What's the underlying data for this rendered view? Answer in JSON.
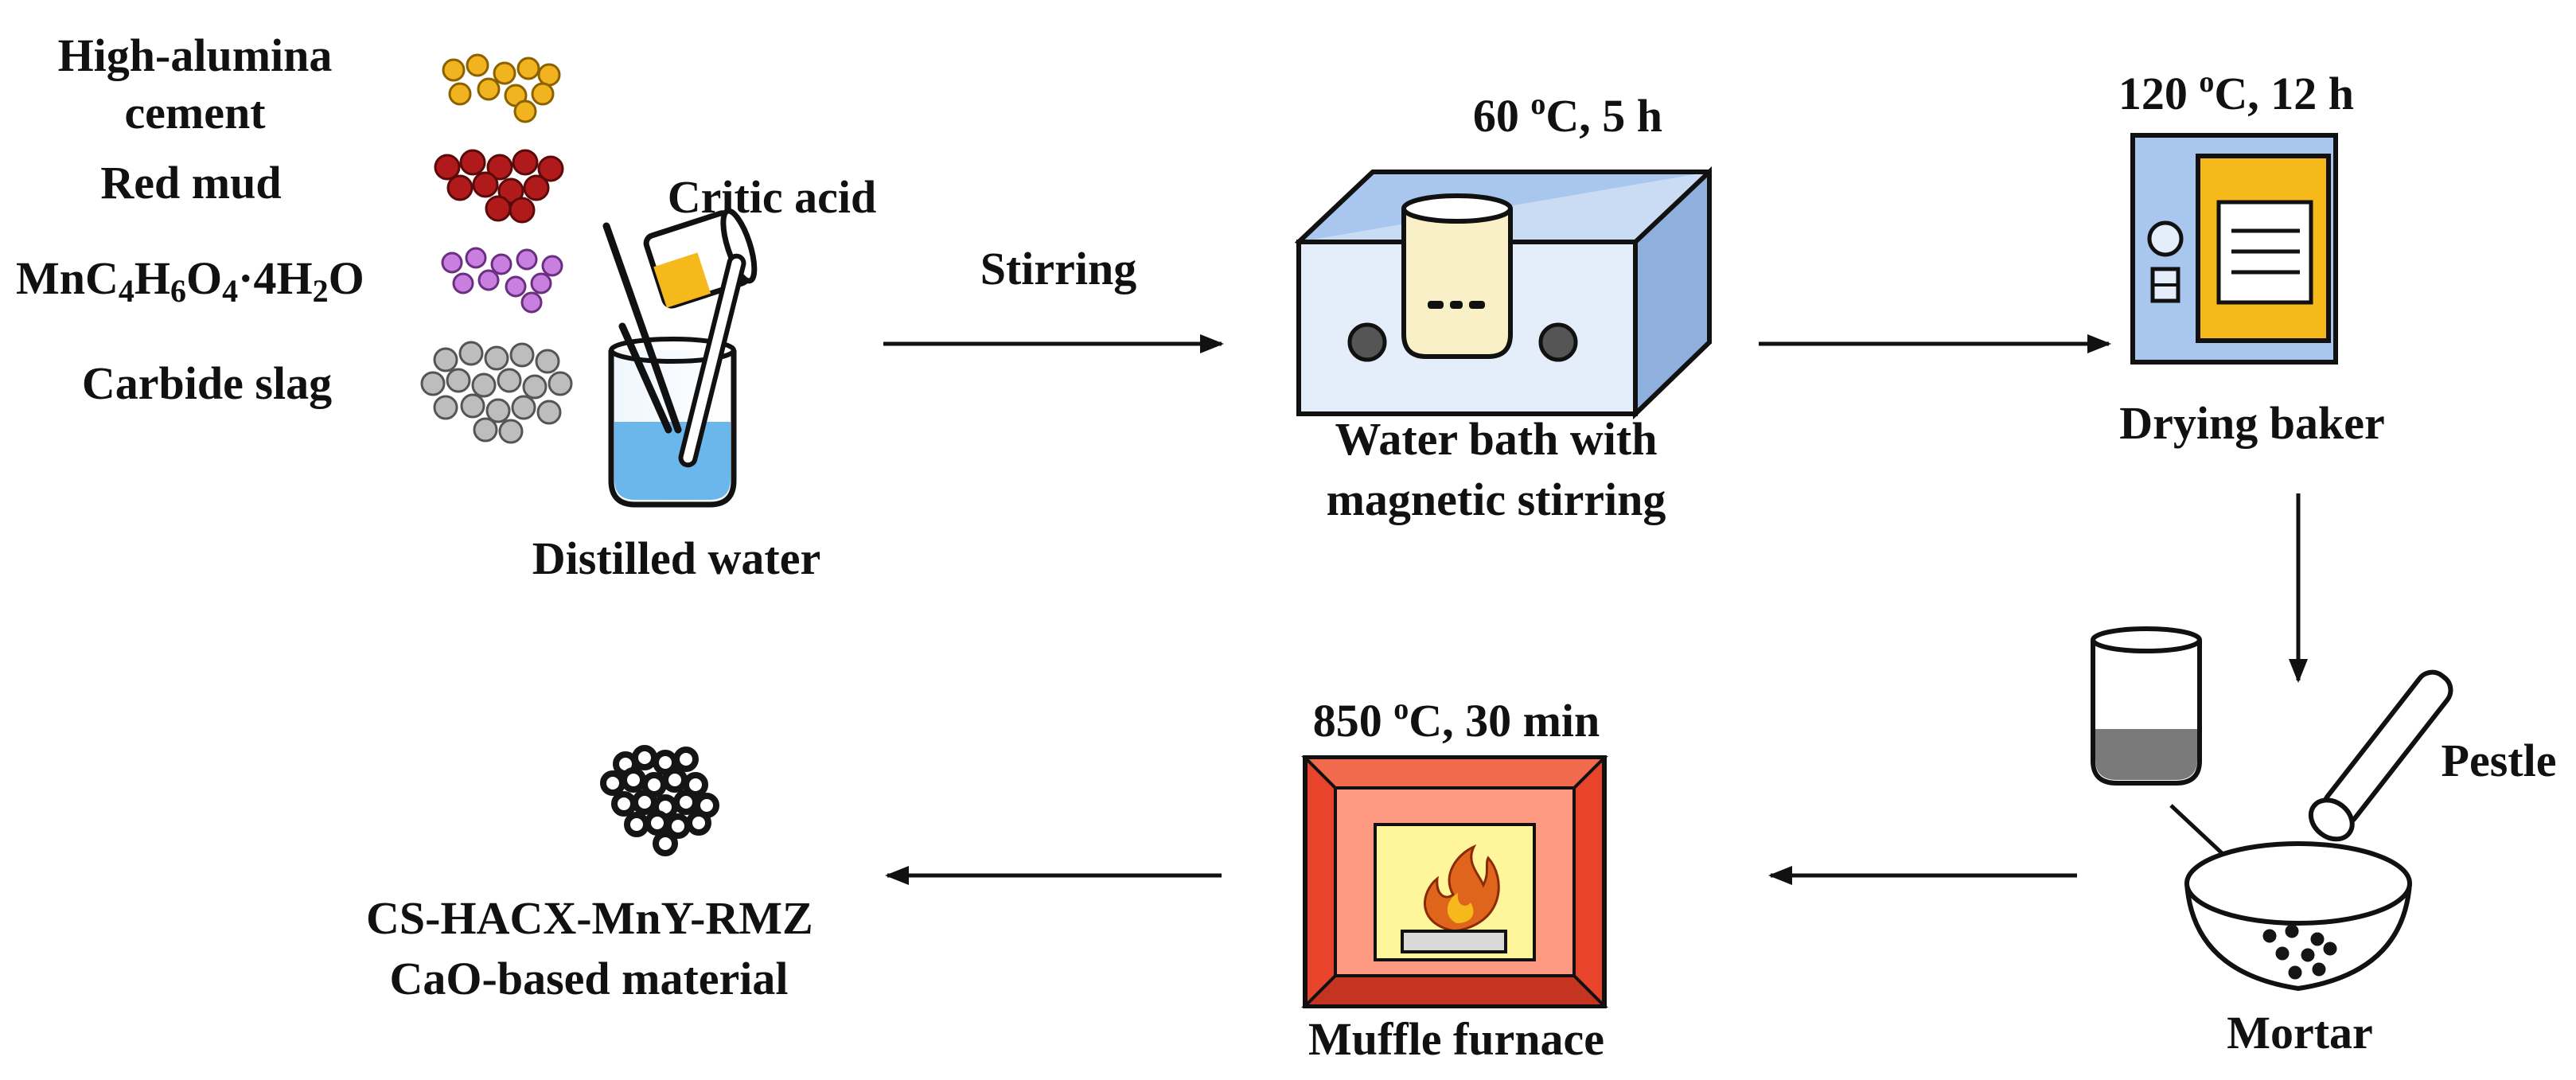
{
  "ingredients": {
    "alumina_line1": "High-alumina",
    "alumina_line2": "cement",
    "red_mud": "Red mud",
    "mn_formula": [
      "MnC",
      "4",
      "H",
      "6",
      "O",
      "4",
      "·4H",
      "2",
      "O"
    ],
    "carbide_slag": "Carbide slag",
    "citric_acid": "Critic acid",
    "distilled_water": "Distilled water"
  },
  "steps": {
    "stirring": "Stirring",
    "bath_temp": [
      "60 ",
      "o",
      "C, 5 h"
    ],
    "bath_line1": "Water bath with",
    "bath_line2": "magnetic stirring",
    "dryer_temp": [
      "120 ",
      "o",
      "C, 12 h"
    ],
    "dryer": "Drying baker",
    "pestle": "Pestle",
    "mortar": "Mortar",
    "furnace_temp": [
      "850 ",
      "o",
      "C, 30 min"
    ],
    "furnace": "Muffle furnace",
    "product_line1": "CS-HACX-MnY-RMZ",
    "product_line2": "CaO-based material"
  },
  "colors": {
    "alumina_particles": "#F2B320",
    "red_mud_particles": "#B01A1A",
    "mn_particles": "#C87FE0",
    "slag_particles": "#BDBDBD",
    "water": "#6BB7EC",
    "bath_box": "#A9C7EE",
    "bath_liquid": "#FAF0C8",
    "dryer_body": "#A9C7EE",
    "dryer_door": "#F6B91C",
    "furnace_outer": "#E8432B",
    "furnace_inner": "#FF9A82",
    "furnace_chamber": "#FFF59A",
    "flame": "#E0651C",
    "product_particles": "#151515",
    "arrow": "#111111"
  }
}
